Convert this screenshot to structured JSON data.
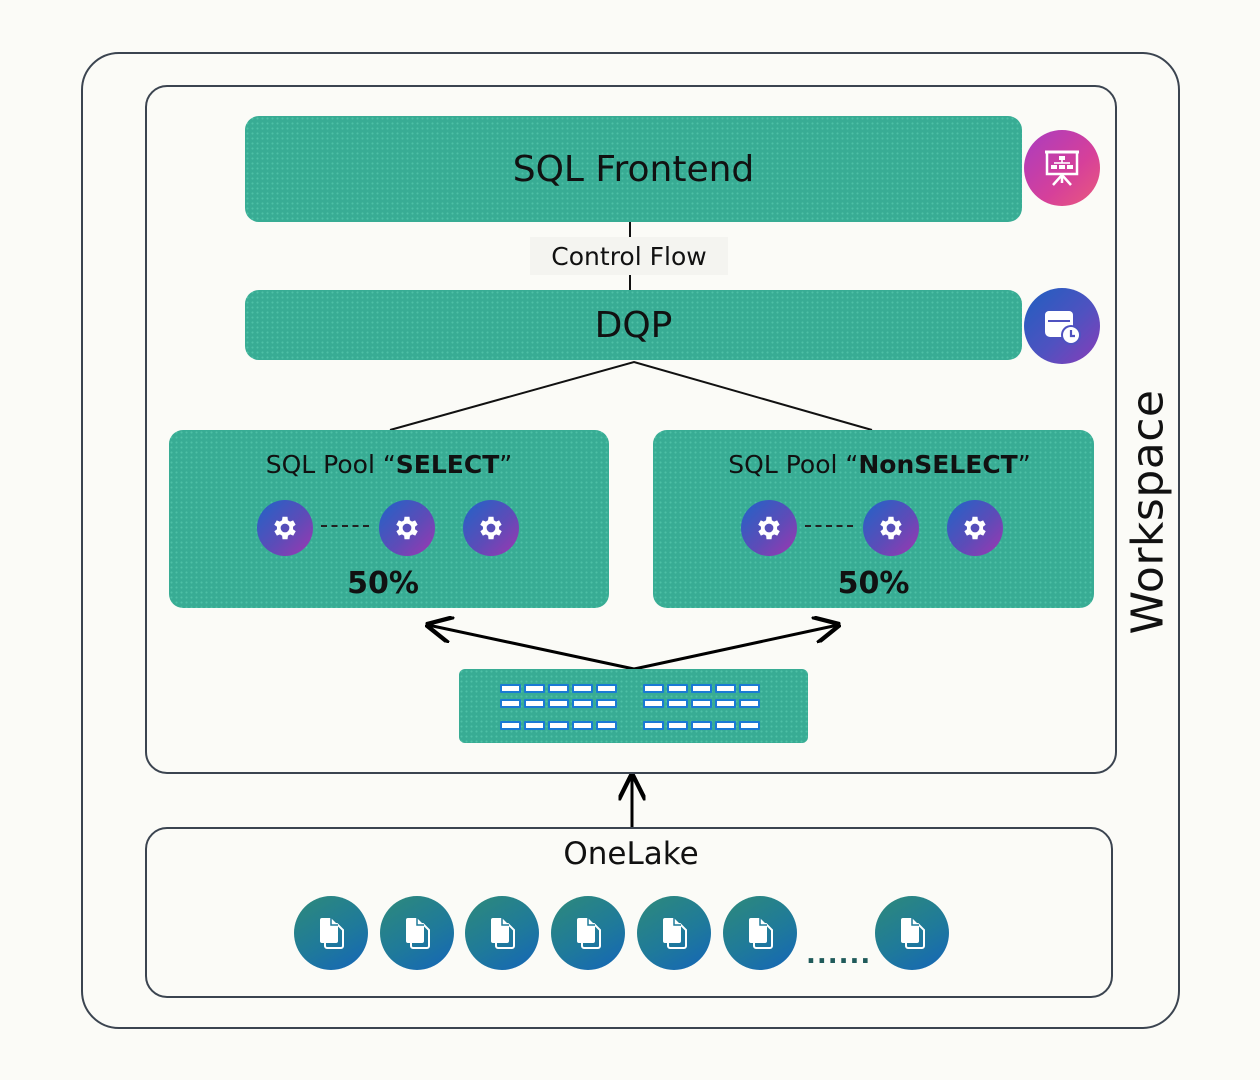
{
  "diagram": {
    "container_label": "Workspace",
    "frontend": {
      "label": "SQL Frontend",
      "icon": "presentation-org-chart-icon",
      "icon_gradient": [
        "#a93cc0",
        "#ea5a7c"
      ]
    },
    "control_flow_label": "Control Flow",
    "dqp": {
      "label": "DQP",
      "icon": "calendar-clock-icon",
      "icon_gradient": [
        "#1f5fc0",
        "#8a3cb8"
      ]
    },
    "pools": [
      {
        "prefix": "SQL Pool “",
        "name": "SELECT",
        "suffix": "”",
        "share": "50%",
        "node_icon": "gear-icon",
        "node_count_visible": 3
      },
      {
        "prefix": "SQL Pool “",
        "name": "NonSELECT",
        "suffix": "”",
        "share": "50%",
        "node_icon": "gear-icon",
        "node_count_visible": 3
      }
    ],
    "cache": {
      "icon": "storage-cells-icon",
      "groups": 2,
      "rows": 3,
      "columns": 5
    },
    "onelake": {
      "label": "OneLake",
      "file_icon": "document-icon",
      "files_visible": 7,
      "ellipsis": "......"
    },
    "colors": {
      "teal": "#38ac94",
      "border": "#3b4450",
      "background": "#fbfbf7",
      "cell_border": "#1a7ad4"
    }
  }
}
